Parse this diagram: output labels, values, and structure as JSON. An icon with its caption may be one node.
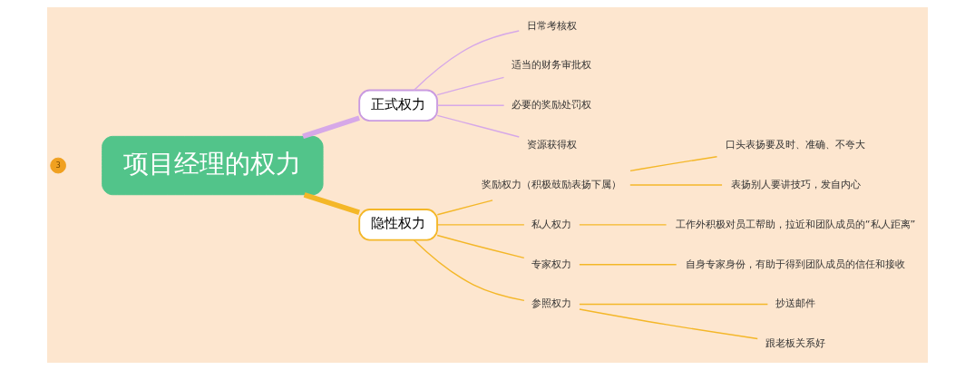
{
  "diagram": {
    "nodes": [
      {
        "text": [
          "项目经理的权力"
        ]
      },
      {
        "text": [
          "正式权力"
        ]
      },
      {
        "text": [
          "日常考核权"
        ]
      },
      {
        "text": [
          "适当的财务审批权"
        ]
      },
      {
        "text": [
          "必要的奖励处罚权"
        ]
      },
      {
        "text": [
          "资源获得权"
        ]
      },
      {
        "text": [
          "隐性权力"
        ]
      },
      {
        "text": [
          "奖励权力（积极鼓励表扬下属）"
        ]
      },
      {
        "text": [
          "口头表扬要及时、准确、不夸大"
        ]
      },
      {
        "text": [
          "表扬别人要讲技巧，发自内心"
        ]
      },
      {
        "text": [
          "私人权力"
        ]
      },
      {
        "text": [
          "工作外积极对员工帮助，拉近和团队成员的“私人距离”"
        ]
      },
      {
        "text": [
          "专家权力"
        ]
      },
      {
        "text": [
          "自身专家身份，有助于得到团队成员的信任和接收"
        ]
      },
      {
        "text": [
          "参照权力"
        ]
      },
      {
        "text": [
          "抄送邮件"
        ]
      },
      {
        "text": [
          "跟老板关系好"
        ]
      }
    ],
    "edges": [
      {
        "from": 0,
        "to": 1,
        "arrow": "none",
        "style": "thick",
        "color": "#d6a8e8"
      },
      {
        "from": 1,
        "to": 2,
        "arrow": "none",
        "color": "#d6a8e8"
      },
      {
        "from": 1,
        "to": 3,
        "arrow": "none",
        "color": "#d6a8e8"
      },
      {
        "from": 1,
        "to": 4,
        "arrow": "none",
        "color": "#d6a8e8"
      },
      {
        "from": 1,
        "to": 5,
        "arrow": "none",
        "color": "#d6a8e8"
      },
      {
        "from": 0,
        "to": 6,
        "arrow": "none",
        "style": "thick"
      },
      {
        "from": 6,
        "to": 7,
        "arrow": "none"
      },
      {
        "from": 7,
        "to": 8,
        "arrow": "none"
      },
      {
        "from": 7,
        "to": 9,
        "arrow": "none"
      },
      {
        "from": 6,
        "to": 10,
        "arrow": "none"
      },
      {
        "from": 10,
        "to": 11,
        "arrow": "none"
      },
      {
        "from": 6,
        "to": 12,
        "arrow": "none"
      },
      {
        "from": 12,
        "to": 13,
        "arrow": "none"
      },
      {
        "from": 6,
        "to": 14,
        "arrow": "none"
      },
      {
        "from": 14,
        "to": 15,
        "arrow": "none"
      },
      {
        "from": 14,
        "to": 16,
        "arrow": "none"
      }
    ],
    "labels": [
      "3"
    ]
  }
}
